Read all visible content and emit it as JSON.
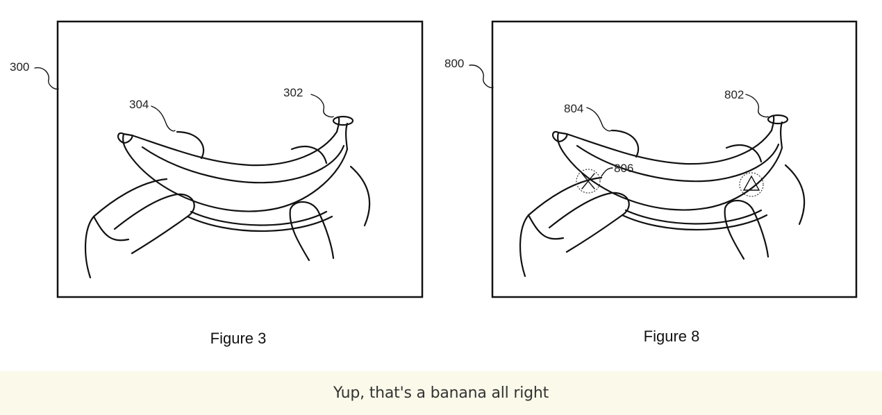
{
  "figures": [
    {
      "title": "Figure 3",
      "frame_ref": "300",
      "banana_ref": "302",
      "hand_ref": "304"
    },
    {
      "title": "Figure 8",
      "frame_ref": "800",
      "banana_ref": "802",
      "hand_ref": "804",
      "marker_ref": "806"
    }
  ],
  "caption": "Yup, that's a banana all right",
  "colors": {
    "caption_background": "#fbf9e9",
    "ink": "#111111"
  }
}
